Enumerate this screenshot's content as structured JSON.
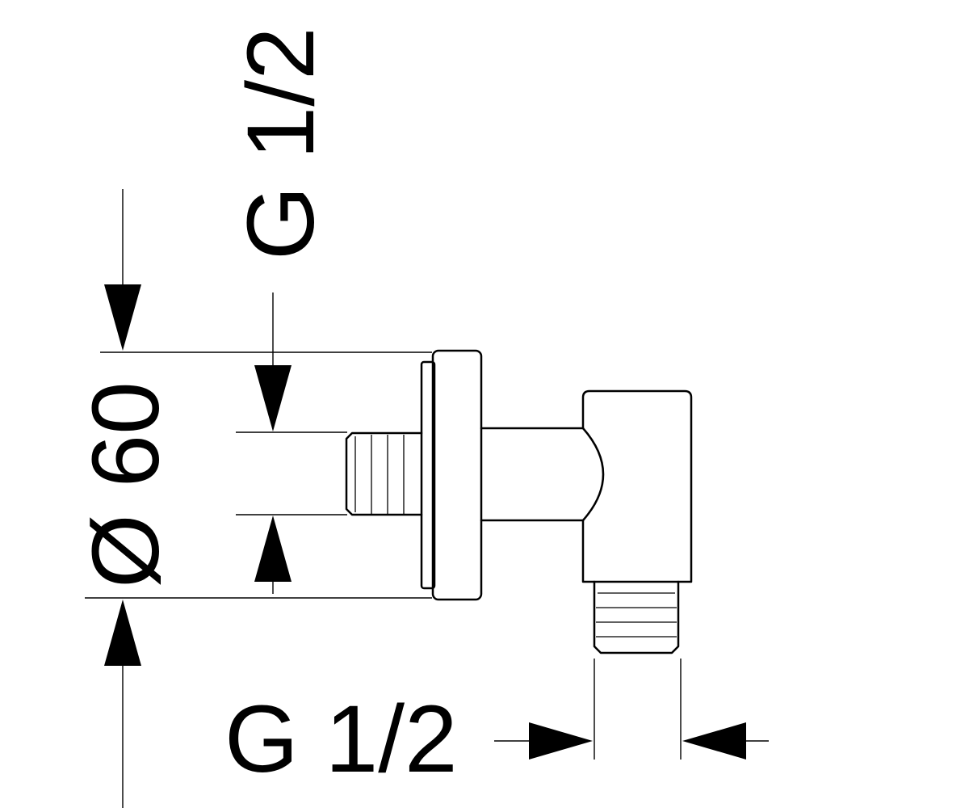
{
  "dimensions": {
    "body_diameter": "Ø 60",
    "inlet_thread": "G 1/2",
    "outlet_thread": "G 1/2"
  },
  "colors": {
    "line": "#000000",
    "background": "#ffffff"
  }
}
